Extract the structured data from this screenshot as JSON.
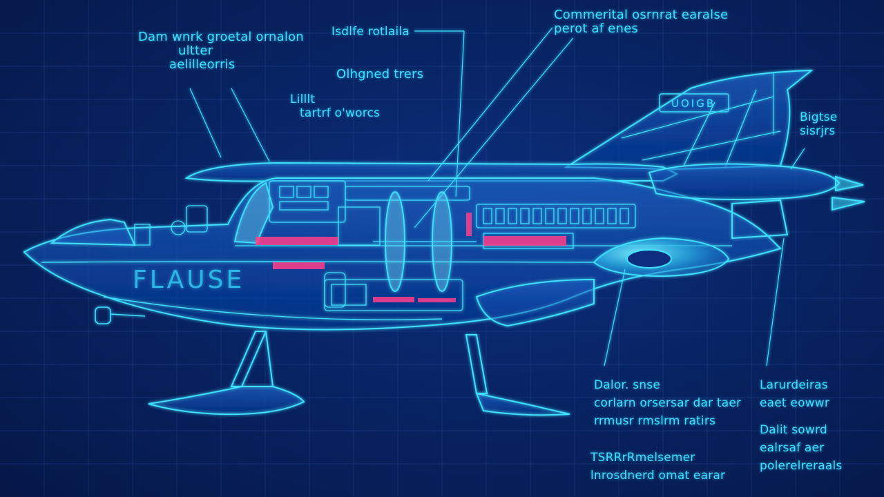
{
  "colors": {
    "background": "#082464",
    "grid": "#1a3f8f",
    "line": "#3fe0ff",
    "glow": "#7ff3ff",
    "accent": "#ff3d8a"
  },
  "labels": {
    "top_left": [
      "Dam wnrk groetal ornalon",
      "ultter",
      "aelilleorris"
    ],
    "top_center": [
      "Isdlfe rotlaila"
    ],
    "mid_center": [
      "Olhgned trers"
    ],
    "mid_left": [
      "Lilllt",
      "tartrf o'worcs"
    ],
    "top_right": [
      "Commerital osrnrat earalse",
      "perot af enes"
    ],
    "fin_badge": "UOIGB",
    "right_side": [
      "Bigtse",
      "sisrjrs"
    ],
    "bottom_center": [
      "Dalor. snse",
      "corlarn orsersar dar taer",
      "rrmusr rmslrm ratirs"
    ],
    "bottom_center_2": [
      "TSRRrRmelsemer",
      "lnrosdnerd omat earar"
    ],
    "bottom_right": [
      "Larurdeiras",
      "eaet eowwr"
    ],
    "bottom_right_2": [
      "Dalit sowrd",
      "ealrsaf aer",
      "polerelreraals"
    ],
    "hull_marking": "FLAUSE"
  }
}
